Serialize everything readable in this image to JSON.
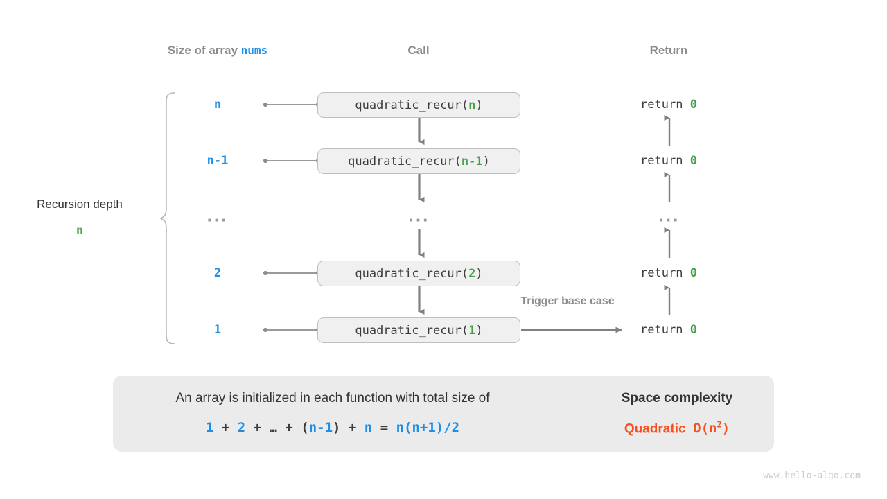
{
  "headers": {
    "size": "Size of array ",
    "size_mono": "nums",
    "call": "Call",
    "return": "Return"
  },
  "depth": {
    "label": "Recursion depth",
    "value": "n"
  },
  "rows": [
    {
      "size": "n",
      "call_prefix": "quadratic_recur(",
      "call_arg": "n",
      "call_suffix": ")",
      "return": "return ",
      "return_value": "0",
      "type": "call"
    },
    {
      "size": "n-1",
      "call_prefix": "quadratic_recur(",
      "call_arg": "n-1",
      "call_suffix": ")",
      "return": "return ",
      "return_value": "0",
      "type": "call"
    },
    {
      "size": "...",
      "call_prefix": "...",
      "call_arg": "",
      "call_suffix": "",
      "return": "...",
      "return_value": "",
      "type": "ellipsis"
    },
    {
      "size": "2",
      "call_prefix": "quadratic_recur(",
      "call_arg": "2",
      "call_suffix": ")",
      "return": "return ",
      "return_value": "0",
      "type": "call"
    },
    {
      "size": "1",
      "call_prefix": "quadratic_recur(",
      "call_arg": "1",
      "call_suffix": ")",
      "return": "return ",
      "return_value": "0",
      "type": "call"
    }
  ],
  "trigger_note": "Trigger base case",
  "banner": {
    "description": "An array is initialized in each function with total size of",
    "formula": [
      {
        "t": "1",
        "k": "b"
      },
      {
        "t": " + ",
        "k": "op"
      },
      {
        "t": "2",
        "k": "b"
      },
      {
        "t": " + ",
        "k": "op"
      },
      {
        "t": "…",
        "k": "op"
      },
      {
        "t": " + ",
        "k": "op"
      },
      {
        "t": "(",
        "k": "op"
      },
      {
        "t": "n-1",
        "k": "b"
      },
      {
        "t": ")",
        "k": "op"
      },
      {
        "t": " + ",
        "k": "op"
      },
      {
        "t": "n",
        "k": "b"
      },
      {
        "t": " = ",
        "k": "op"
      },
      {
        "t": "n(n+1)/2",
        "k": "b"
      }
    ],
    "complexity_title": "Space complexity",
    "complexity_label": "Quadratic",
    "complexity_big_o_prefix": "O(n",
    "complexity_big_o_exp": "2",
    "complexity_big_o_suffix": ")"
  },
  "watermark": "www.hello-algo.com",
  "colors": {
    "blue": "#1d8fe8",
    "green": "#43a047",
    "gray_text": "#8c8c8c",
    "dark_text": "#333333",
    "orange": "#f4511e",
    "box_fill": "#f0f0f0",
    "box_border": "#bfbfbf",
    "banner_fill": "#ebebeb",
    "arrow": "#808080",
    "watermark": "#cccccc"
  }
}
